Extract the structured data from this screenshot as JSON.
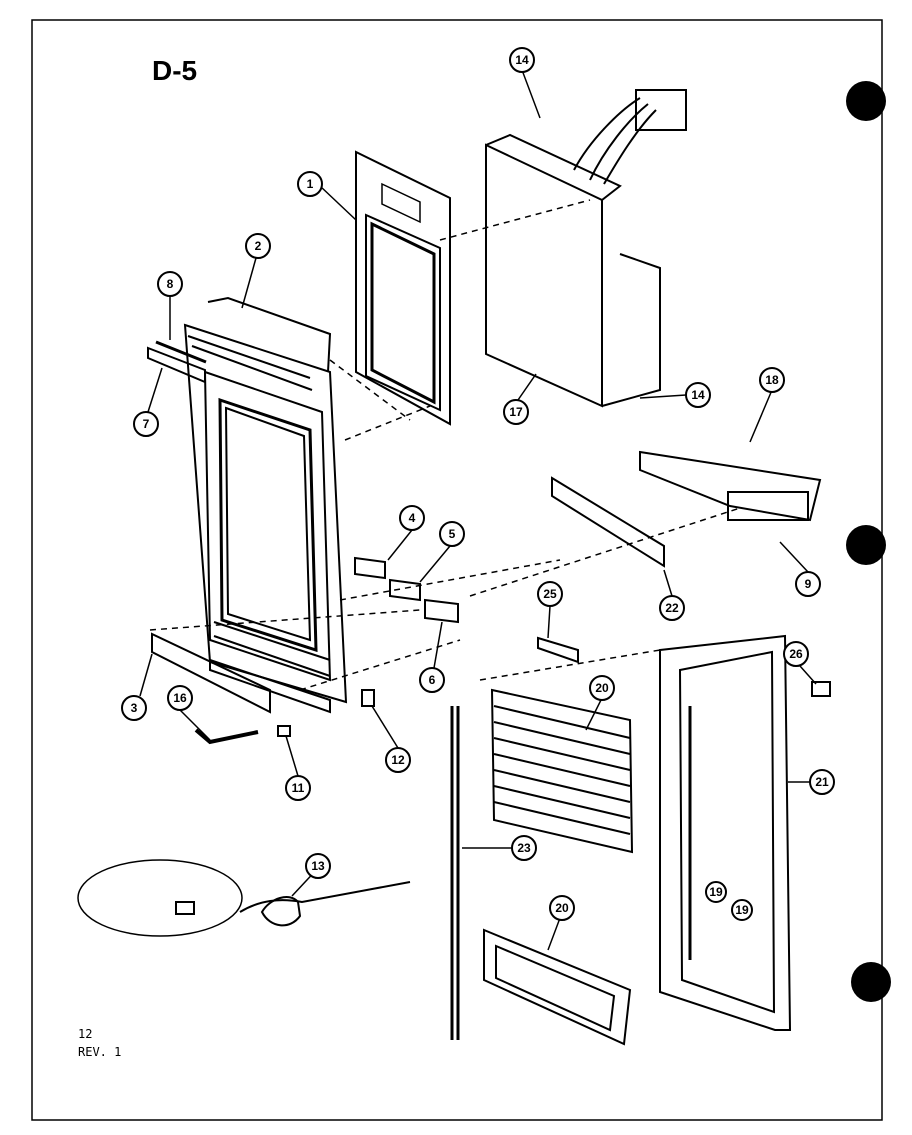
{
  "page": {
    "title": "D-5",
    "page_number": "12",
    "revision": "REV. 1"
  },
  "callouts": [
    {
      "id": "c1",
      "label": "1"
    },
    {
      "id": "c2",
      "label": "2"
    },
    {
      "id": "c3",
      "label": "3"
    },
    {
      "id": "c4",
      "label": "4"
    },
    {
      "id": "c5",
      "label": "5"
    },
    {
      "id": "c6",
      "label": "6"
    },
    {
      "id": "c7",
      "label": "7"
    },
    {
      "id": "c8",
      "label": "8"
    },
    {
      "id": "c9",
      "label": "9"
    },
    {
      "id": "c11",
      "label": "11"
    },
    {
      "id": "c12",
      "label": "12"
    },
    {
      "id": "c13",
      "label": "13"
    },
    {
      "id": "c14a",
      "label": "14"
    },
    {
      "id": "c14b",
      "label": "14"
    },
    {
      "id": "c16",
      "label": "16"
    },
    {
      "id": "c17",
      "label": "17"
    },
    {
      "id": "c18",
      "label": "18"
    },
    {
      "id": "c19a",
      "label": "19"
    },
    {
      "id": "c19b",
      "label": "19"
    },
    {
      "id": "c20a",
      "label": "20"
    },
    {
      "id": "c20b",
      "label": "20"
    },
    {
      "id": "c21",
      "label": "21"
    },
    {
      "id": "c22",
      "label": "22"
    },
    {
      "id": "c23",
      "label": "23"
    },
    {
      "id": "c25",
      "label": "25"
    },
    {
      "id": "c26",
      "label": "26"
    }
  ],
  "colors": {
    "ink": "#000000",
    "paper": "#ffffff"
  }
}
